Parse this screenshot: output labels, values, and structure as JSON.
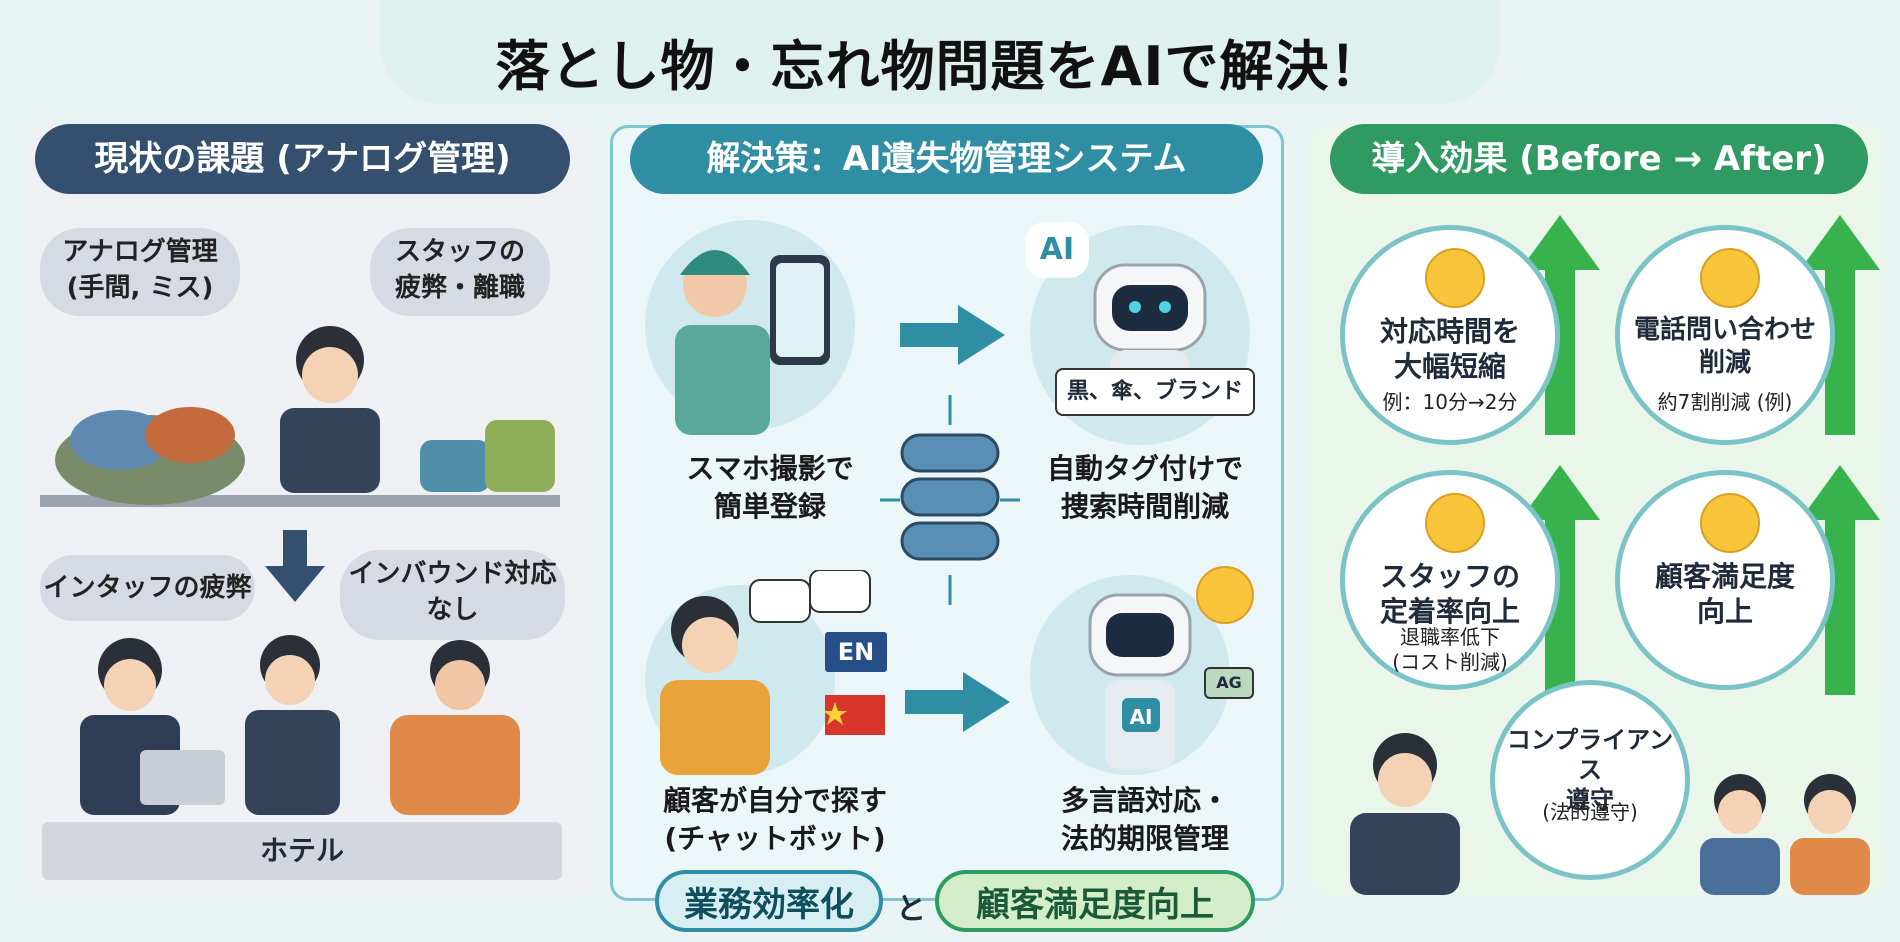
{
  "title": "落とし物・忘れ物問題をAIで解決！",
  "panels": {
    "current": {
      "header": "現状の課題 (アナログ管理)",
      "bubbles": [
        "アナログ管理\n(手間, ミス)",
        "スタッフの\n疲弊・離職",
        "インタッフの疲弊",
        "インバウンド対応\nなし"
      ],
      "hotel_label": "ホテル"
    },
    "solution": {
      "header": "解決策：AI遺失物管理システム",
      "ai_badge": "AI",
      "tag_text": "黒、傘、ブランド",
      "labels": [
        "スマホ撮影で\n簡単登録",
        "自動タグ付けで\n捜索時間削減",
        "顧客が自分で探す\n(チャットボット)",
        "多言語対応・\n法的期限管理"
      ],
      "lang_badge": "EN",
      "robot_chest": "AI",
      "tag_badge": "AG"
    },
    "effect": {
      "header": "導入効果 (Before → After)",
      "circles": [
        {
          "title": "対応時間を\n大幅短縮",
          "sub": "例：10分→2分"
        },
        {
          "title": "電話問い合わせ\n削減",
          "sub": "約7割削減 (例)"
        },
        {
          "title": "スタッフの\n定着率向上",
          "sub": "退職率低下\n(コスト削減)"
        },
        {
          "title": "顧客満足度\n向上",
          "sub": ""
        },
        {
          "title": "コンプライアンス\n遵守",
          "sub": "(法的遵守)"
        }
      ]
    }
  },
  "footer": {
    "left": "業務効率化",
    "and": "と",
    "right": "顧客満足度向上"
  },
  "colors": {
    "navy": "#34506e",
    "teal": "#2f8ea3",
    "green": "#2f9a62",
    "arrow_green": "#37b24d"
  }
}
